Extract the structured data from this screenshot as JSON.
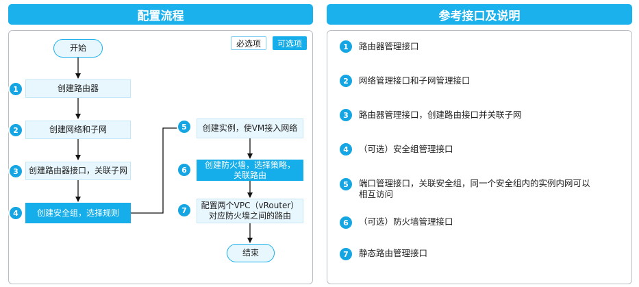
{
  "left": {
    "title": "配置流程"
  },
  "right": {
    "title": "参考接口及说明"
  },
  "legend": {
    "required": "必选项",
    "optional": "可选项"
  },
  "flow": {
    "start": "开始",
    "end": "结束",
    "steps": [
      {
        "num": "1",
        "line1": "创建路由器",
        "line2": ""
      },
      {
        "num": "2",
        "line1": "创建网络和子网",
        "line2": ""
      },
      {
        "num": "3",
        "line1": "创建路由器接口，关联子网",
        "line2": ""
      },
      {
        "num": "4",
        "line1": "创建安全组，选择规则",
        "line2": ""
      },
      {
        "num": "5",
        "line1": "创建实例，使VM接入网络",
        "line2": ""
      },
      {
        "num": "6",
        "line1": "创建防火墙，选择策略，",
        "line2": "关联路由"
      },
      {
        "num": "7",
        "line1": "配置两个VPC（vRouter）",
        "line2": "对应防火墙之间的路由"
      }
    ]
  },
  "refs": [
    {
      "num": "1",
      "line1": "路由器管理接口",
      "line2": ""
    },
    {
      "num": "2",
      "line1": "网络管理接口和子网管理接口",
      "line2": ""
    },
    {
      "num": "3",
      "line1": "路由器管理接口，创建路由接口并关联子网",
      "line2": ""
    },
    {
      "num": "4",
      "line1": "（可选）安全组管理接口",
      "line2": ""
    },
    {
      "num": "5",
      "line1": "端口管理接口，关联安全组，同一个安全组内的实例内网可以",
      "line2": "相互访问"
    },
    {
      "num": "6",
      "line1": "（可选）防火墙管理接口",
      "line2": ""
    },
    {
      "num": "7",
      "line1": "静态路由管理接口",
      "line2": ""
    }
  ],
  "colors": {
    "accent": "#1ab1ec",
    "badge": "#14a5e2",
    "optional_fill": "#e8f7fe",
    "border": "#b8bec6"
  }
}
